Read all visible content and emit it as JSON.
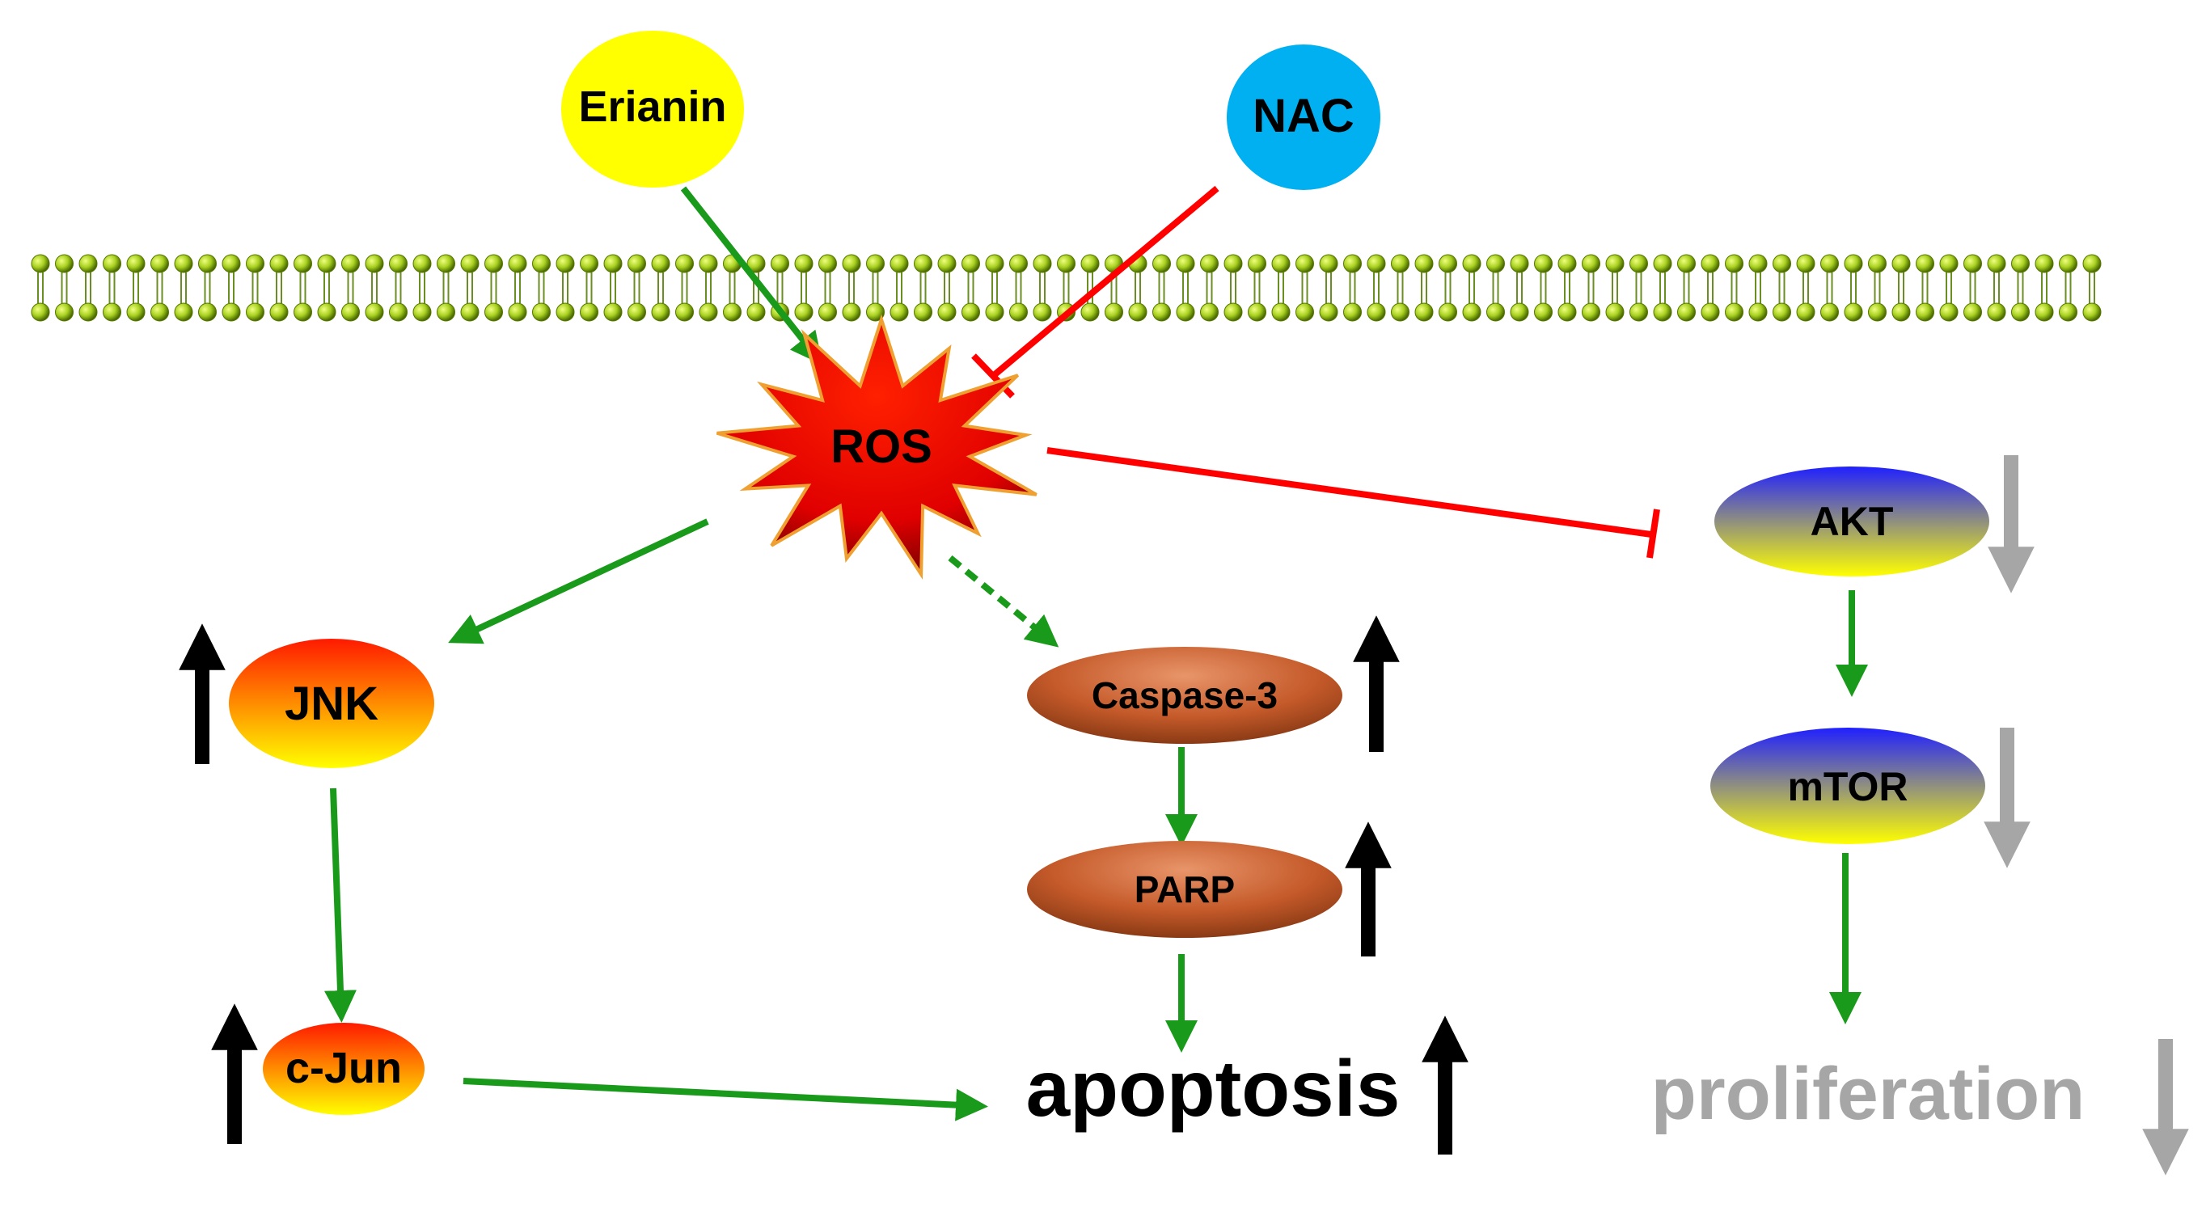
{
  "nodes": {
    "erianin": {
      "label": "Erianin",
      "fill": "#ffff00"
    },
    "nac": {
      "label": "NAC",
      "fill": "#00b0f0"
    },
    "ros": {
      "label": "ROS"
    },
    "jnk": {
      "label": "JNK"
    },
    "cjun": {
      "label": "c-Jun"
    },
    "caspase3": {
      "label": "Caspase-3"
    },
    "parp": {
      "label": "PARP"
    },
    "akt": {
      "label": "AKT"
    },
    "mtor": {
      "label": "mTOR"
    },
    "apoptosis": {
      "label": "apoptosis"
    },
    "proliferation": {
      "label": "proliferation"
    }
  },
  "edges": [
    {
      "from": "Erianin",
      "to": "ROS",
      "type": "activation"
    },
    {
      "from": "NAC",
      "to": "ROS",
      "type": "inhibition"
    },
    {
      "from": "ROS",
      "to": "AKT",
      "type": "inhibition"
    },
    {
      "from": "ROS",
      "to": "JNK",
      "type": "activation"
    },
    {
      "from": "ROS",
      "to": "Caspase-3",
      "type": "activation-dashed"
    },
    {
      "from": "JNK",
      "to": "c-Jun",
      "type": "activation"
    },
    {
      "from": "c-Jun",
      "to": "apoptosis",
      "type": "activation"
    },
    {
      "from": "Caspase-3",
      "to": "PARP",
      "type": "activation"
    },
    {
      "from": "PARP",
      "to": "apoptosis",
      "type": "activation"
    },
    {
      "from": "AKT",
      "to": "mTOR",
      "type": "activation"
    },
    {
      "from": "mTOR",
      "to": "proliferation",
      "type": "activation"
    }
  ],
  "regulation": {
    "JNK": "up",
    "c-Jun": "up",
    "Caspase-3": "up",
    "PARP": "up",
    "apoptosis": "up",
    "AKT": "down",
    "mTOR": "down",
    "proliferation": "down"
  },
  "colors": {
    "activation": "#1a9a1a",
    "inhibition": "#ff0000",
    "up_arrow": "#000000",
    "down_arrow": "#a6a6a6",
    "membrane_head": "#9acd32",
    "membrane_tail": "#6b8e23"
  }
}
